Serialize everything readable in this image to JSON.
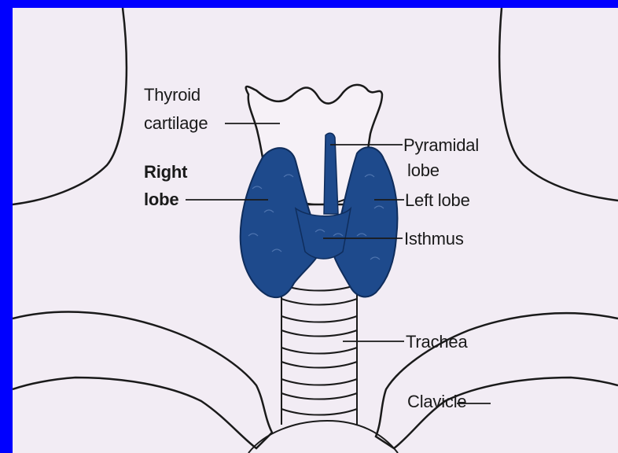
{
  "labels": {
    "thyroid_cartilage_1": "Thyroid",
    "thyroid_cartilage_2": "cartilage",
    "right_lobe_1": "Right",
    "right_lobe_2": "lobe",
    "pyramidal_lobe_1": "Pyramidal",
    "pyramidal_lobe_2": "lobe",
    "left_lobe": "Left lobe",
    "isthmus": "Isthmus",
    "trachea": "Trachea",
    "clavicle": "Clavicle"
  },
  "colors": {
    "frame": "#0000ff",
    "background": "#f2ecf4",
    "thyroid": "#1e4a8c",
    "outline": "#1a1a1a"
  }
}
